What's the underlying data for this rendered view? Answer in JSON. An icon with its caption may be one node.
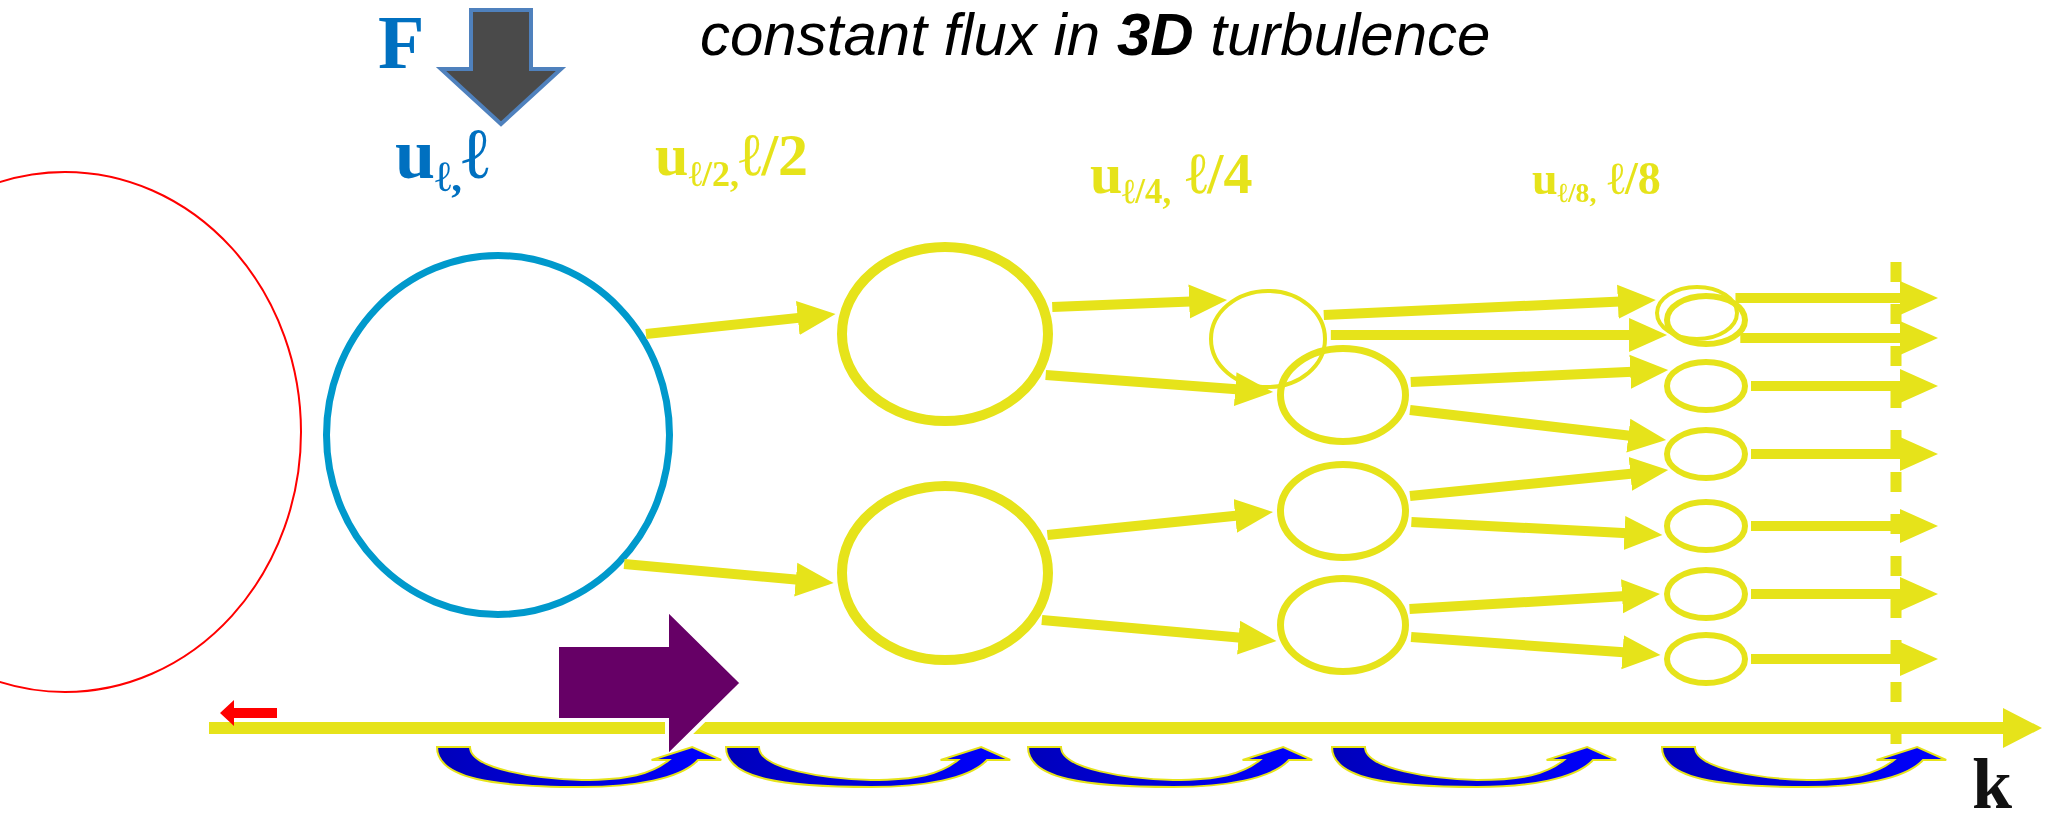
{
  "diagram": {
    "title": "constant flux in **3D** turbulence",
    "nodes": [
      {
        "text": [],
        "shape": "circle"
      },
      {
        "text": [],
        "shape": "circle"
      },
      {
        "text": [],
        "shape": "circle"
      },
      {
        "text": [],
        "shape": "circle"
      },
      {
        "text": [],
        "shape": "circle"
      },
      {
        "text": [],
        "shape": "circle"
      },
      {
        "text": [],
        "shape": "circle"
      },
      {
        "text": [],
        "shape": "circle"
      },
      {
        "text": [],
        "shape": "circle"
      },
      {
        "text": [],
        "shape": "circle"
      },
      {
        "text": [],
        "shape": "circle"
      },
      {
        "text": [],
        "shape": "circle"
      },
      {
        "text": [],
        "shape": "circle"
      },
      {
        "text": [],
        "shape": "circle"
      },
      {
        "text": [],
        "shape": "circle"
      }
    ],
    "edges": [
      {
        "from": 1,
        "to": 2,
        "arrow": "to"
      },
      {
        "from": 1,
        "to": 3,
        "arrow": "to"
      },
      {
        "from": 2,
        "to": 4,
        "arrow": "to"
      },
      {
        "from": 2,
        "to": 5,
        "arrow": "to"
      },
      {
        "from": 3,
        "to": 6,
        "arrow": "to"
      },
      {
        "from": 3,
        "to": 7,
        "arrow": "to"
      },
      {
        "from": 4,
        "to": 8,
        "arrow": "to"
      },
      {
        "from": 4,
        "to": 9,
        "arrow": "to"
      },
      {
        "from": 5,
        "to": 10,
        "arrow": "to"
      },
      {
        "from": 5,
        "to": 11,
        "arrow": "to"
      },
      {
        "from": 6,
        "to": 11,
        "arrow": "to"
      },
      {
        "from": 6,
        "to": 12,
        "arrow": "to"
      },
      {
        "from": 7,
        "to": 13,
        "arrow": "to"
      },
      {
        "from": 7,
        "to": 14,
        "arrow": "to"
      },
      {
        "from": 8,
        "to": null,
        "arrow": "to"
      },
      {
        "from": 9,
        "to": null,
        "arrow": "to"
      },
      {
        "from": 10,
        "to": null,
        "arrow": "to"
      },
      {
        "from": 11,
        "to": null,
        "arrow": "to"
      },
      {
        "from": 12,
        "to": null,
        "arrow": "to"
      },
      {
        "from": 13,
        "to": null,
        "arrow": "to"
      },
      {
        "from": 14,
        "to": null,
        "arrow": "to"
      }
    ],
    "labels": [
      "F",
      "u$_{ℓ,}$ℓ",
      "u$_{ℓ/2,}$ℓ/2",
      "u$_{ℓ/4,}$ ℓ/4",
      "u$_{ℓ/8,}$ ℓ/8",
      "k"
    ]
  }
}
